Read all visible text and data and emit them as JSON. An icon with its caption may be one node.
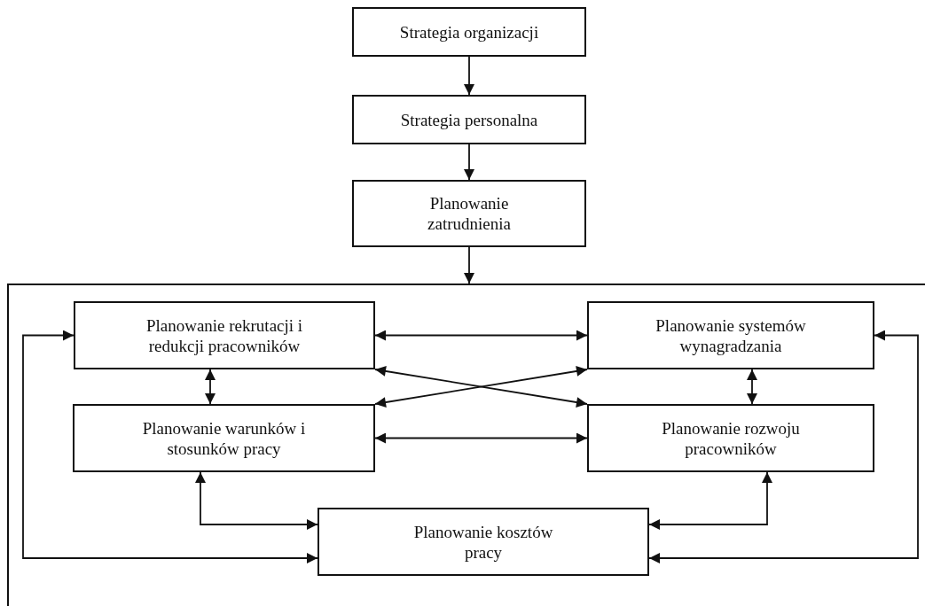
{
  "diagram": {
    "nodes": [
      {
        "text": [
          "Strategia organizacji"
        ]
      },
      {
        "text": [
          "Strategia personalna"
        ]
      },
      {
        "text": [
          "Planowanie zatrudnienia"
        ]
      },
      {
        "text": [],
        "shape": "box"
      },
      {
        "text": [
          "Planowanie rekrutacji i redukcji pracowników"
        ],
        "in": 3
      },
      {
        "text": [
          "Planowanie systemów wynagradzania"
        ],
        "in": 3
      },
      {
        "text": [
          "Planowanie warunków i stosunków pracy"
        ],
        "in": 3
      },
      {
        "text": [
          "Planowanie rozwoju pracowników"
        ],
        "in": 3
      },
      {
        "text": [
          "Planowanie kosztów pracy"
        ],
        "in": 3
      }
    ],
    "edges": [
      {
        "from": 0,
        "to": 1,
        "arrow": "to"
      },
      {
        "from": 1,
        "to": 2,
        "arrow": "to"
      },
      {
        "from": 2,
        "to": 3,
        "arrow": "to"
      },
      {
        "from": 4,
        "to": 5,
        "arrow": "both"
      },
      {
        "from": 4,
        "to": 7,
        "arrow": "both"
      },
      {
        "from": 6,
        "to": 5,
        "arrow": "both"
      },
      {
        "from": 6,
        "to": 7,
        "arrow": "both"
      },
      {
        "from": 4,
        "to": 6,
        "arrow": "both"
      },
      {
        "from": 5,
        "to": 7,
        "arrow": "both"
      },
      {
        "from": 6,
        "to": 8,
        "arrow": "both"
      },
      {
        "from": 7,
        "to": 8,
        "arrow": "both"
      },
      {
        "from": 4,
        "to": 8,
        "arrow": "both"
      },
      {
        "from": 5,
        "to": 8,
        "arrow": "both"
      }
    ]
  }
}
